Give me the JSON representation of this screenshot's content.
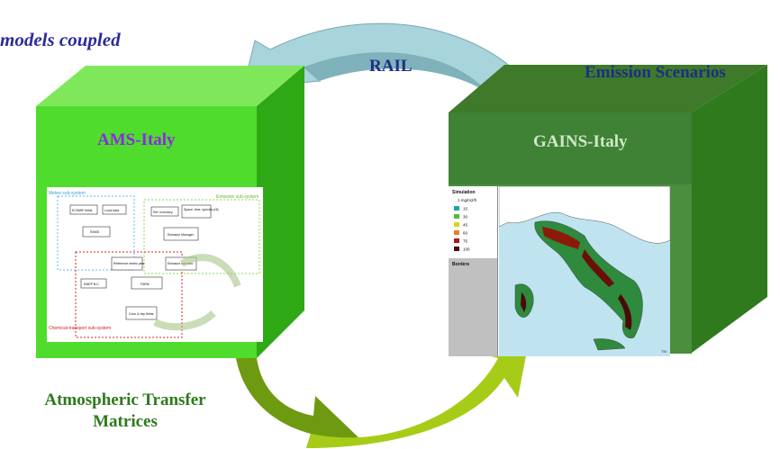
{
  "title": "models coupled",
  "labels": {
    "rail": "RAIL",
    "emission_scenarios": "Emission Scenarios",
    "atmospheric_line1": "Atmospheric Transfer",
    "atmospheric_line2": "Matrices"
  },
  "cubes": {
    "left": {
      "title": "AMS-Italy",
      "face_color": "#4fdc2c",
      "side_color": "#2ea814",
      "top_color": "#7fe85a"
    },
    "right": {
      "title": "GAINS-Italy",
      "face_color": "#4a8e3e",
      "side_color": "#2f7a1c",
      "top_color": "#3e7a2a"
    }
  },
  "flowchart": {
    "meteo_label": "Meteo sub-system",
    "emission_label": "Emission sub-system",
    "chem_label": "Chemical-transport sub-system",
    "boxes": [
      "ECMWF fields",
      "Local data",
      "RAMS",
      "Ref. inventory",
      "Space, time, species (rtl)",
      "Emission Manager",
      "Reference meteo year",
      "Emission scenario",
      "EMEP B.C.",
      "FARM",
      "Conc & dep fields"
    ]
  },
  "map_legend": {
    "header": "Simulation",
    "unit": "1 mg/m2/h",
    "values": [
      "15",
      "30",
      "45",
      "60",
      "75",
      "100"
    ],
    "colors": [
      "#1aa89a",
      "#4fbe3a",
      "#d9d21e",
      "#e8801e",
      "#b01414",
      "#4a0a0a"
    ],
    "borders": "Borders"
  },
  "arrows": {
    "rail_color": "#a8d4dc",
    "green_left_color": "#6e9a12",
    "green_right_color": "#a6cc18"
  },
  "map_note": "TM"
}
